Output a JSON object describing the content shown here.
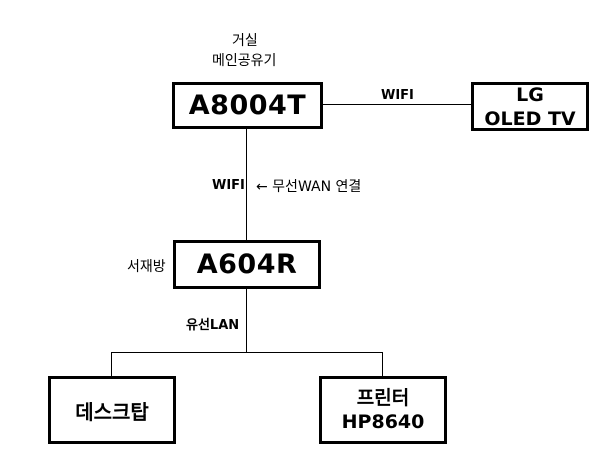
{
  "main_router": {
    "location": "거실",
    "role": "메인공유기",
    "model": "A8004T"
  },
  "tv": {
    "line1": "LG",
    "line2": "OLED TV",
    "link_label": "WIFI"
  },
  "wan_link": {
    "label": "WIFI",
    "note": "← 무선WAN 연결"
  },
  "sub_router": {
    "location": "서재방",
    "model": "A604R",
    "link_label": "유선LAN"
  },
  "desktop": {
    "label": "데스크탑"
  },
  "printer": {
    "line1": "프린터",
    "line2": "HP8640"
  }
}
